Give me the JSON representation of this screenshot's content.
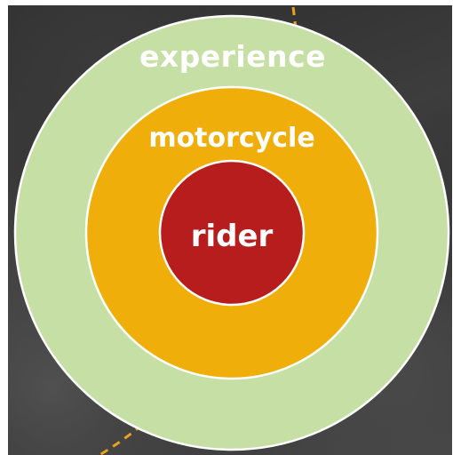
{
  "diagram": {
    "rings": [
      {
        "label": "experience",
        "color": "#c6dfa5"
      },
      {
        "label": "motorcycle",
        "color": "#f0ae0b"
      },
      {
        "label": "rider",
        "color": "#b71d1d"
      }
    ],
    "ring_border_color": "#ffffff",
    "background_line_color": "#e9a21f"
  }
}
